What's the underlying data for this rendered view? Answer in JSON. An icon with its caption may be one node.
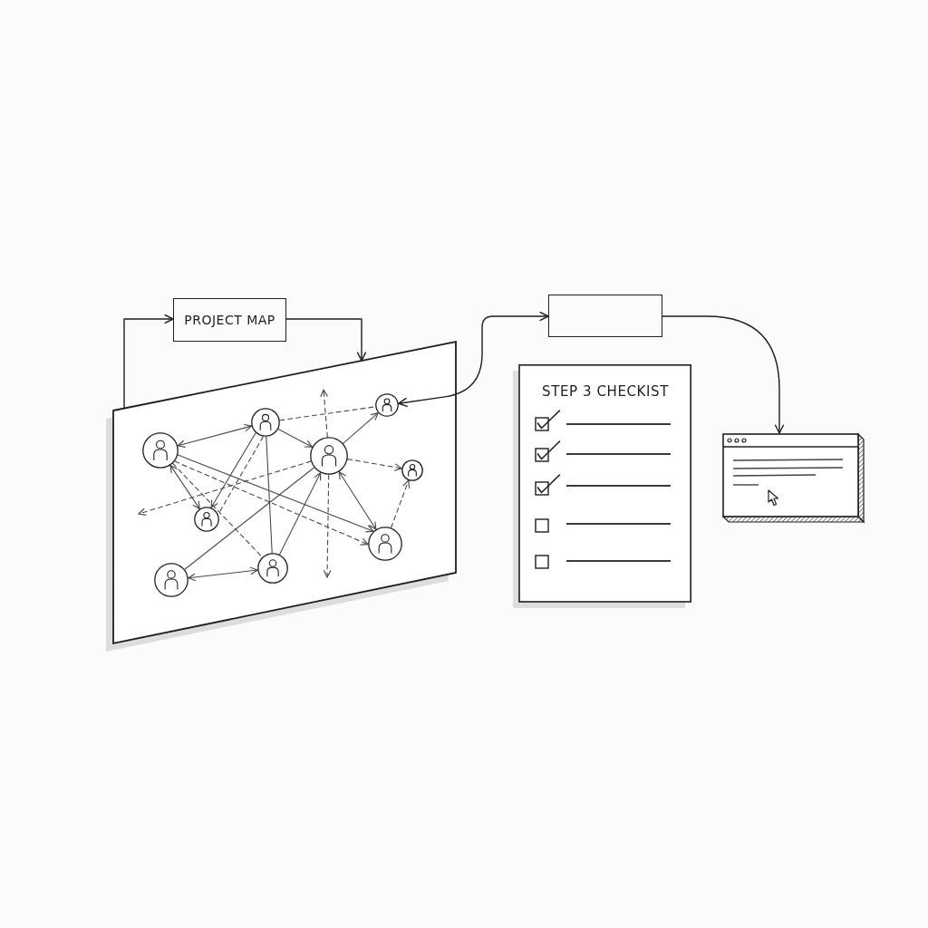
{
  "diagram": {
    "nodes": [
      {
        "text": [
          "PROJECT MAP"
        ]
      },
      {
        "text": [],
        "shape": "box"
      },
      {
        "text": [],
        "shape": "person",
        "in": 1
      },
      {
        "text": [],
        "shape": "person",
        "in": 1
      },
      {
        "text": [],
        "shape": "person",
        "in": 1
      },
      {
        "text": [],
        "shape": "person",
        "in": 1
      },
      {
        "text": [],
        "shape": "person",
        "in": 1
      },
      {
        "text": [],
        "shape": "person",
        "in": 1
      },
      {
        "text": [],
        "shape": "person",
        "in": 1
      },
      {
        "text": [],
        "shape": "person",
        "in": 1
      },
      {
        "text": [],
        "shape": "person",
        "in": 1
      },
      {
        "text": [],
        "shape": "box"
      },
      {
        "text": [
          "STEP 3 CHECKIST"
        ]
      },
      {
        "text": [],
        "shape": "picture"
      }
    ],
    "edges": [
      {
        "from": 1,
        "to": 0,
        "arrow": "to"
      },
      {
        "from": 0,
        "to": 1,
        "arrow": "to"
      },
      {
        "from": 5,
        "to": 11,
        "arrow": "both"
      },
      {
        "from": 11,
        "to": 13,
        "arrow": "to"
      },
      {
        "from": 2,
        "to": 3,
        "arrow": "both"
      },
      {
        "from": 2,
        "to": 7,
        "arrow": "both"
      },
      {
        "from": 2,
        "to": 10,
        "arrow": "to"
      },
      {
        "from": 2,
        "to": 10,
        "arrow": "to",
        "style": "dashed"
      },
      {
        "from": 2,
        "to": 9,
        "arrow": "none",
        "style": "dashed"
      },
      {
        "from": 3,
        "to": 4,
        "arrow": "to"
      },
      {
        "from": 3,
        "to": 7,
        "arrow": "to"
      },
      {
        "from": 3,
        "to": 7,
        "arrow": "none",
        "style": "dashed"
      },
      {
        "from": 3,
        "to": 9,
        "arrow": "none"
      },
      {
        "from": 3,
        "to": 5,
        "arrow": "none",
        "style": "dashed"
      },
      {
        "from": 4,
        "to": 5,
        "arrow": "to"
      },
      {
        "from": 4,
        "to": 6,
        "arrow": "to",
        "style": "dashed"
      },
      {
        "from": 4,
        "to": 10,
        "arrow": "both"
      },
      {
        "from": 4,
        "to": null,
        "arrow": "to",
        "style": "dashed"
      },
      {
        "from": 4,
        "to": null,
        "arrow": "to",
        "style": "dashed"
      },
      {
        "from": 4,
        "to": null,
        "arrow": "to",
        "style": "dashed"
      },
      {
        "from": 8,
        "to": 4,
        "arrow": "none"
      },
      {
        "from": 9,
        "to": 4,
        "arrow": "to"
      },
      {
        "from": 8,
        "to": 9,
        "arrow": "both"
      },
      {
        "from": 10,
        "to": 6,
        "arrow": "to",
        "style": "dashed"
      }
    ]
  }
}
